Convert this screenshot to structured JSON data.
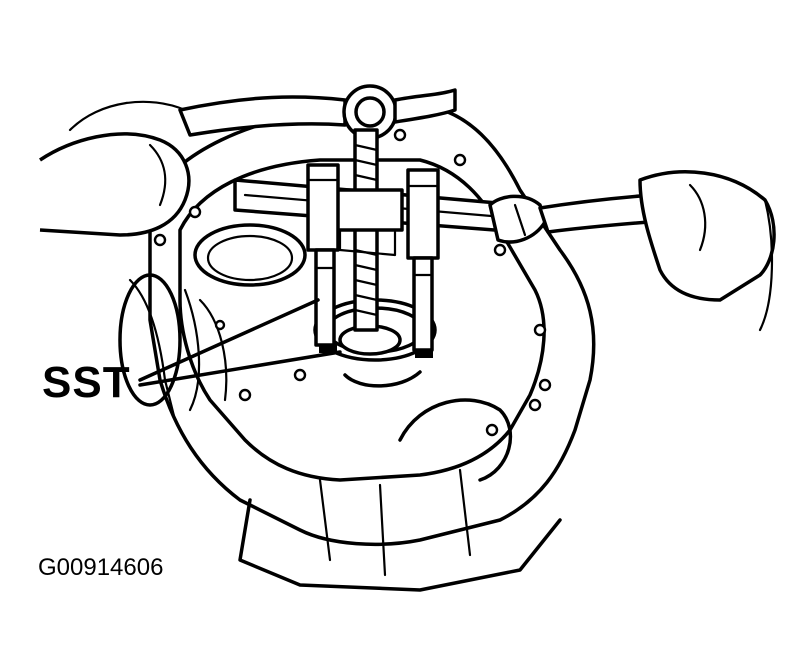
{
  "labels": {
    "sst": "SST",
    "figure_code": "G00914606"
  },
  "icons": {
    "illustration": "bearing-puller-line-drawing"
  }
}
